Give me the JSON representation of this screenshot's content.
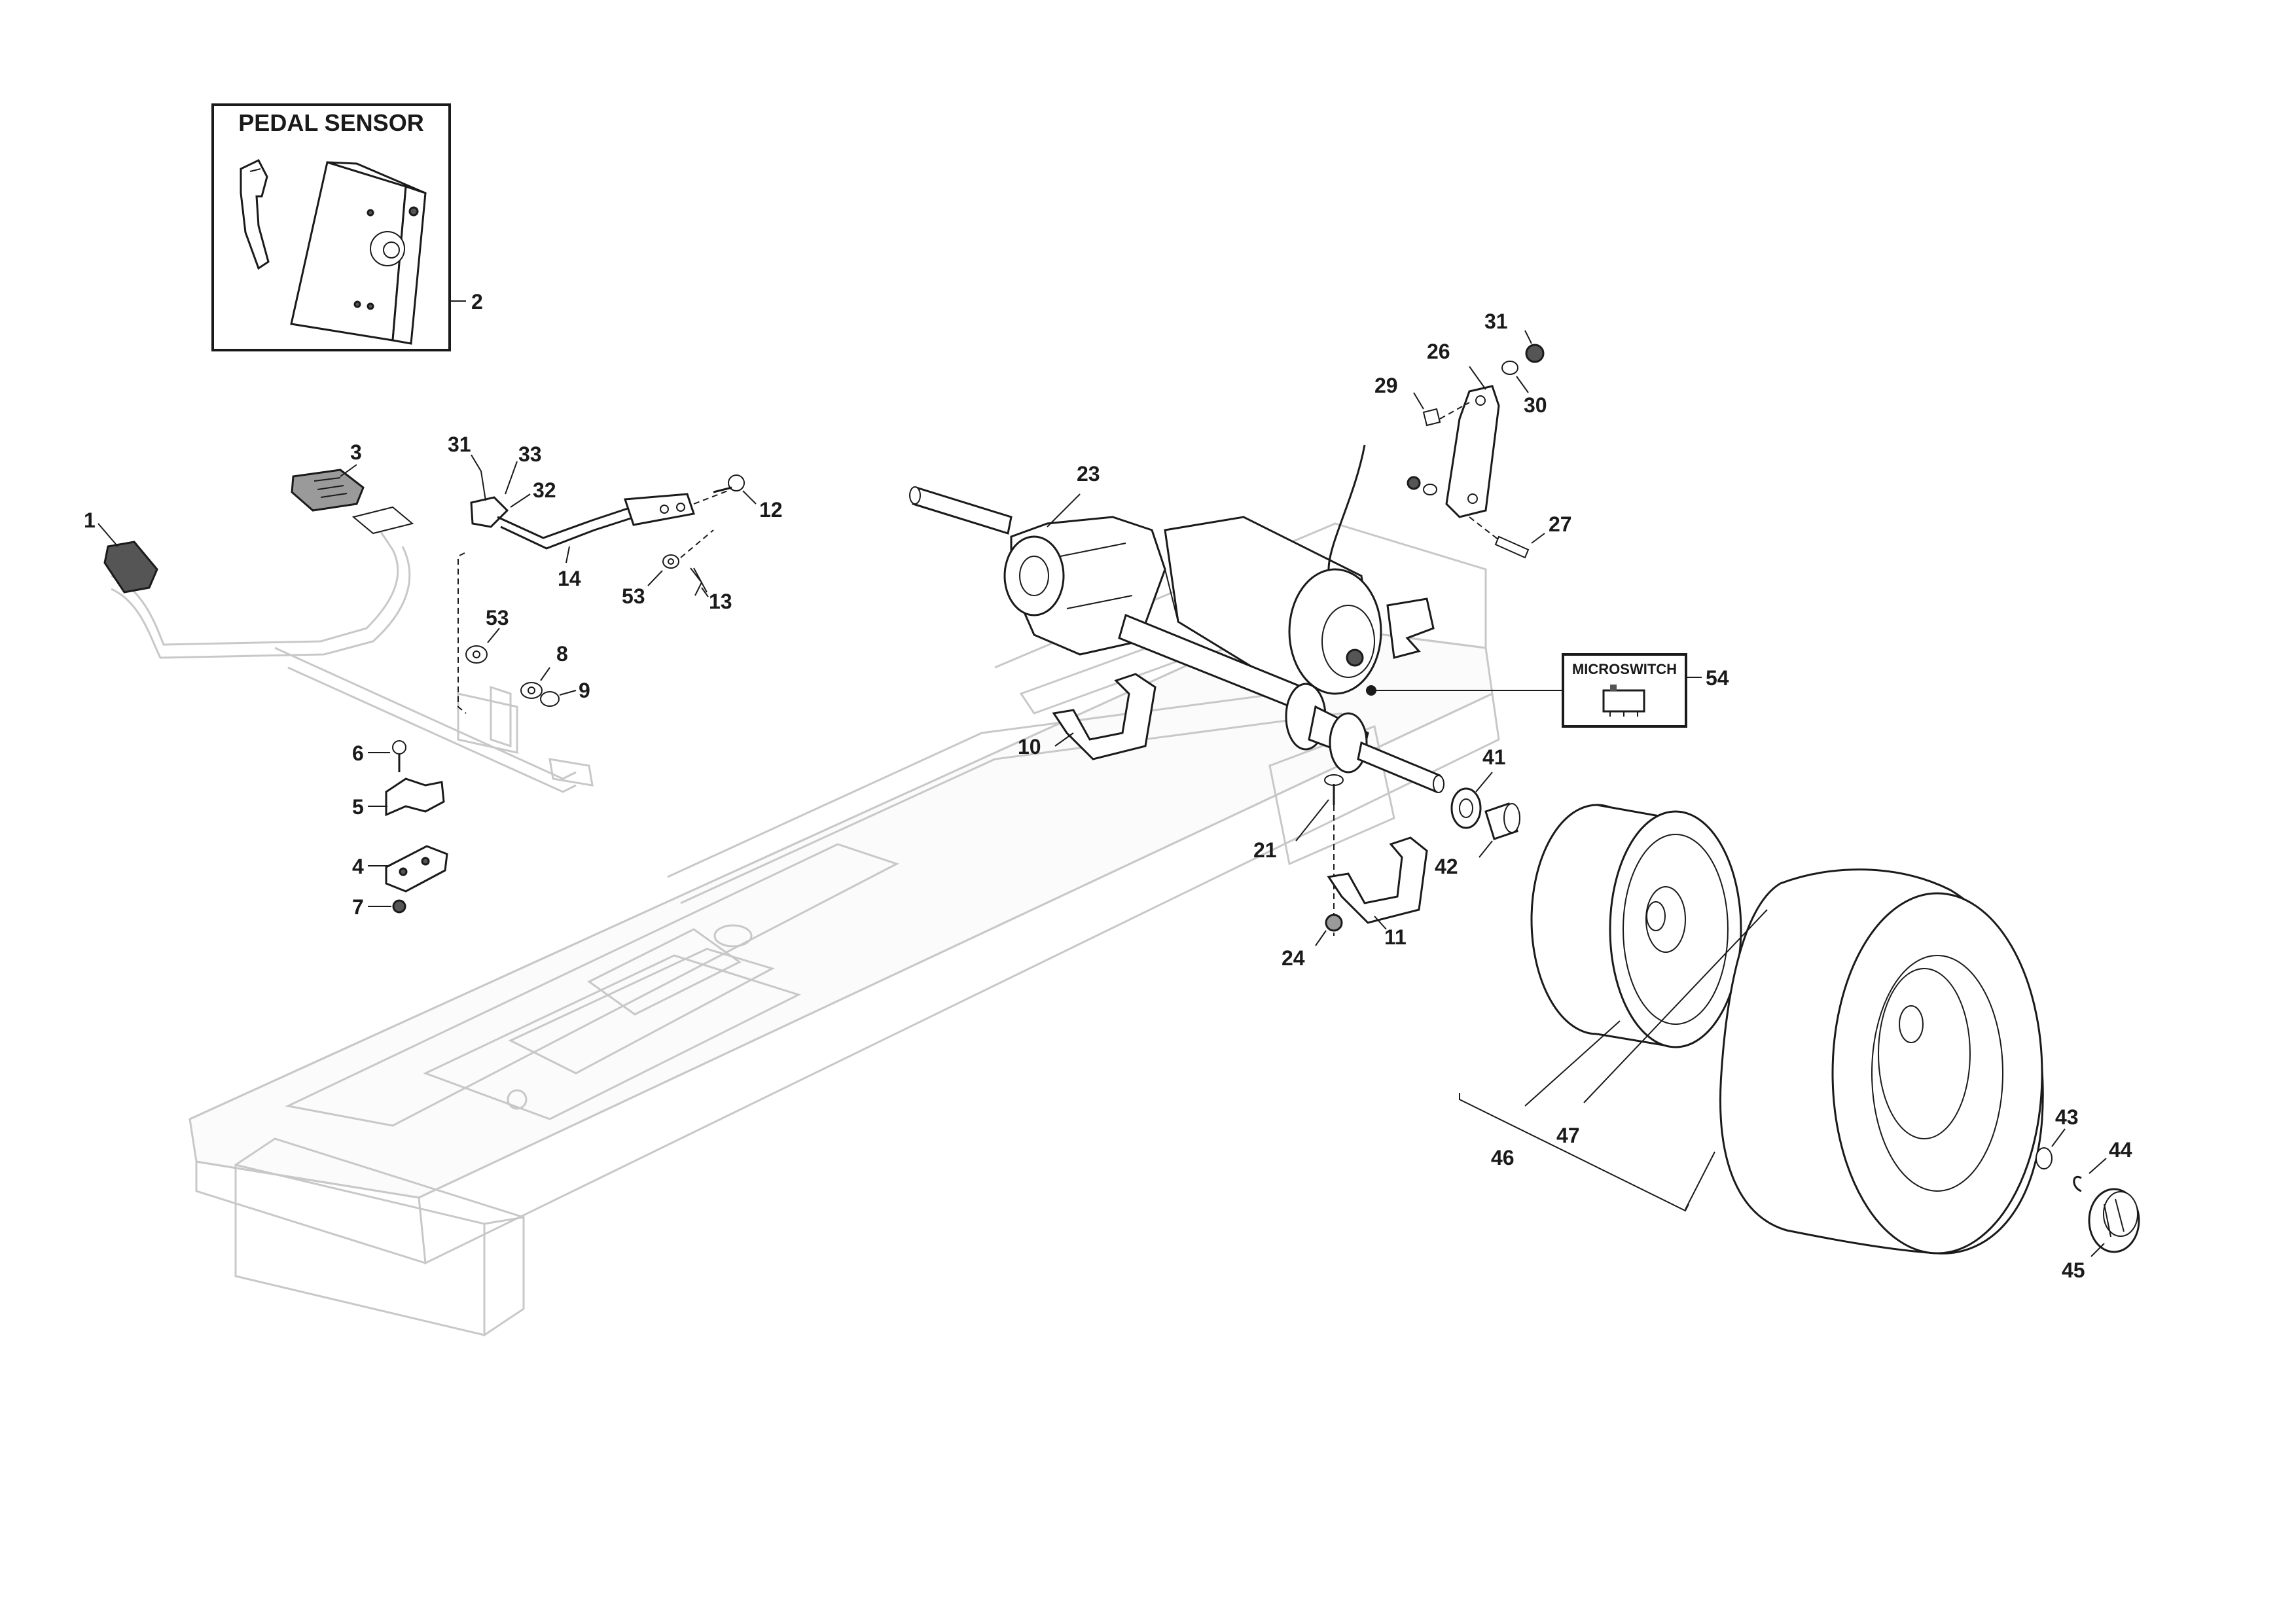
{
  "boxes": {
    "pedal_sensor": {
      "title": "PEDAL SENSOR",
      "callout": "2"
    },
    "microswitch": {
      "title": "MICROSWITCH",
      "callout": "54"
    }
  },
  "callouts": {
    "c1": "1",
    "c3": "3",
    "c4": "4",
    "c5": "5",
    "c6": "6",
    "c7": "7",
    "c8": "8",
    "c9": "9",
    "c10": "10",
    "c11": "11",
    "c12": "12",
    "c13": "13",
    "c14": "14",
    "c21": "21",
    "c23": "23",
    "c24": "24",
    "c26": "26",
    "c27": "27",
    "c29": "29",
    "c30": "30",
    "c31a": "31",
    "c31b": "31",
    "c32": "32",
    "c33": "33",
    "c41": "41",
    "c42": "42",
    "c43": "43",
    "c44": "44",
    "c45": "45",
    "c46": "46",
    "c47": "47",
    "c53a": "53",
    "c53b": "53"
  }
}
